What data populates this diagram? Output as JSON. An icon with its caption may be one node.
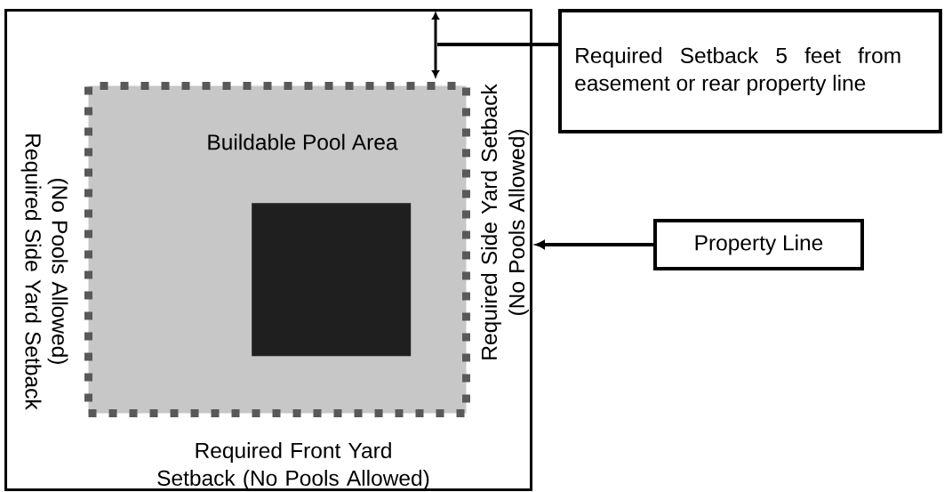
{
  "diagram": {
    "nodes": [
      {
        "text": [],
        "shape": "box"
      },
      {
        "text": [
          "Buildable Pool Area"
        ],
        "in": 0
      },
      {
        "text": [],
        "shape": "box",
        "in": 1
      },
      {
        "text": [
          "Required Setback 5 feet from easement or rear property line"
        ]
      },
      {
        "text": [
          "Property Line"
        ]
      }
    ],
    "edges": [
      {
        "from": 3,
        "to": null,
        "arrow": "none"
      },
      {
        "from": 4,
        "to": 0,
        "arrow": "to"
      }
    ],
    "labels": [
      "Required Side Yard Setback",
      "(No Pools Allowed)",
      "Required Side Yard Setback (No Pools Allowed)",
      "Required Front Yard Setback (No Pools Allowed)"
    ]
  }
}
